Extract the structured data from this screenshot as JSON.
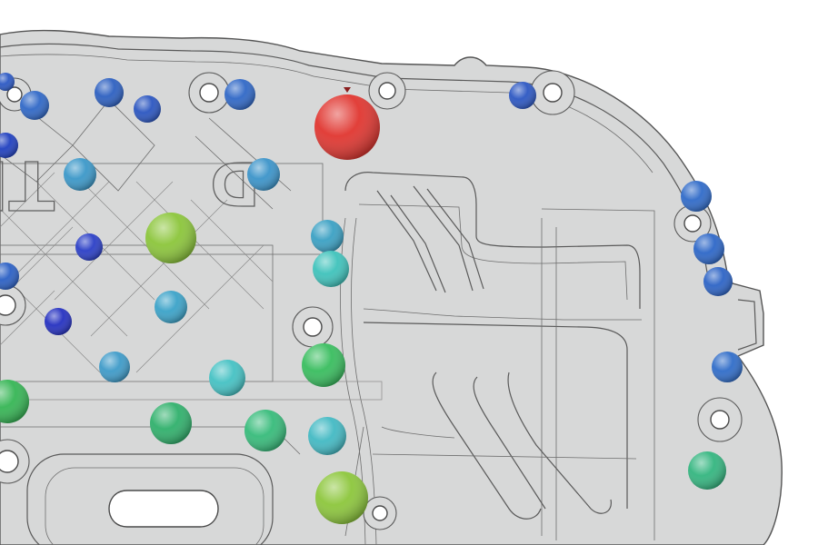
{
  "model": {
    "embossed_text": "TBA",
    "embossed_letter_2": "D",
    "colors": {
      "background": "#ffffff",
      "part_fill": "#d7d8d8",
      "part_fill_dark": "#cdcfcf",
      "edge": "#5a5a5a"
    }
  },
  "markers": [
    {
      "id": "m01",
      "color": "#2f67c6"
    },
    {
      "id": "m02",
      "color": "#2c5fc0"
    },
    {
      "id": "m03",
      "color": "#2a55c0"
    },
    {
      "id": "m04",
      "color": "#2f67c6"
    },
    {
      "id": "m05",
      "color": "#2b56c2"
    },
    {
      "id": "m06",
      "color": "#1f3fbf"
    },
    {
      "id": "m07",
      "color": "#3a97c8"
    },
    {
      "id": "m08",
      "color": "#3a93c9"
    },
    {
      "id": "m09",
      "color": "#2a3ec6"
    },
    {
      "id": "m10",
      "color": "#2a5fc4"
    },
    {
      "id": "m11",
      "color": "#8bc53a"
    },
    {
      "id": "m12",
      "color": "#3aa0c3"
    },
    {
      "id": "m13",
      "color": "#3ec2bb"
    },
    {
      "id": "m14",
      "color": "#3aa2c8"
    },
    {
      "id": "m15",
      "color": "#2430c0"
    },
    {
      "id": "m16",
      "color": "#3d9ac8"
    },
    {
      "id": "m17",
      "color": "#44c1c3"
    },
    {
      "id": "m18",
      "color": "#38bd5e"
    },
    {
      "id": "m19",
      "color": "#35b554"
    },
    {
      "id": "m20",
      "color": "#2fb06b"
    },
    {
      "id": "m21",
      "color": "#36bb7a"
    },
    {
      "id": "m22",
      "color": "#42b9c3"
    },
    {
      "id": "m23",
      "color": "#8cc63b"
    },
    {
      "id": "m24",
      "color": "#2f6ac8"
    },
    {
      "id": "m25",
      "color": "#2c66c7"
    },
    {
      "id": "m26",
      "color": "#2c63c5"
    },
    {
      "id": "m27",
      "color": "#2f6cc8"
    },
    {
      "id": "m28",
      "color": "#33b57f"
    },
    {
      "id": "m29",
      "color": "#e0352f"
    },
    {
      "id": "m30",
      "color": "#2a57c3"
    }
  ]
}
